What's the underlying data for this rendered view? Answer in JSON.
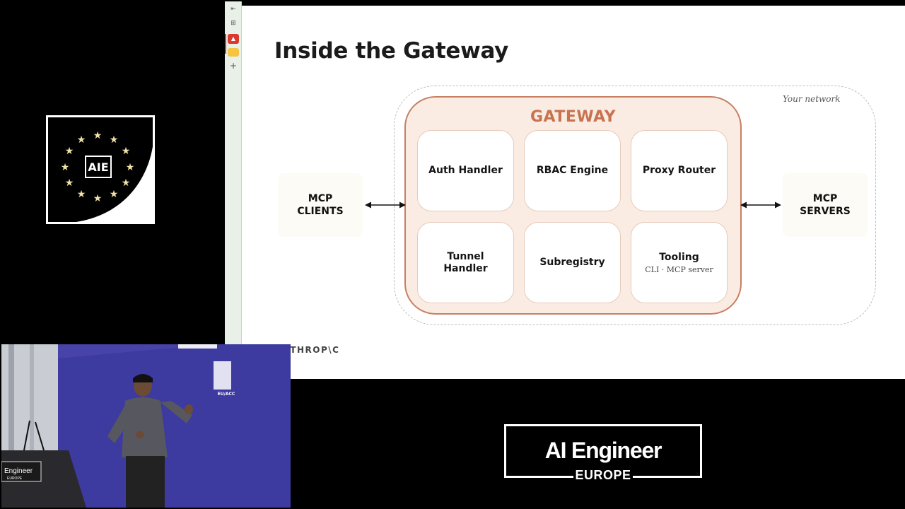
{
  "aie_logo": {
    "text": "AIE"
  },
  "slide": {
    "title": "Inside the Gateway",
    "network_label": "Your network",
    "gateway_title": "GATEWAY",
    "components": [
      {
        "label": "Auth Handler",
        "sub": ""
      },
      {
        "label": "RBAC Engine",
        "sub": ""
      },
      {
        "label": "Proxy Router",
        "sub": ""
      },
      {
        "label": "Tunnel Handler",
        "sub": ""
      },
      {
        "label": "Subregistry",
        "sub": ""
      },
      {
        "label": "Tooling",
        "sub": "CLI · MCP server"
      }
    ],
    "clients": "MCP CLIENTS",
    "servers": "MCP SERVERS",
    "brand": "ANTHROP\\C"
  },
  "camera": {
    "podium": "Engineer",
    "podium_sub": "EUROPE",
    "banner": "EU/ACC"
  },
  "event_brand": {
    "name": "AI Engineer",
    "sub": "EUROPE"
  },
  "colors": {
    "gateway_accent": "#c8734f",
    "gateway_fill": "#fbece3",
    "camera_backdrop": "#3b3a8f"
  }
}
